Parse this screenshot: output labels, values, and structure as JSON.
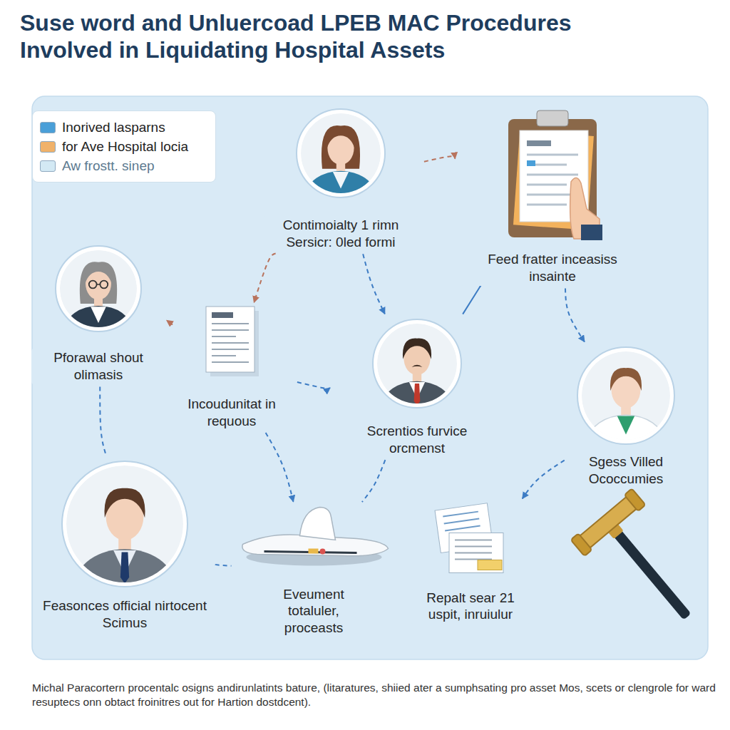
{
  "diagram": {
    "title": "Suse word and Unluercoad LPEB MAC Procedures Involved in Liquidating Hospital Assets",
    "caption": "Michal Paracortern procentalc osigns andirunlatints bature, (litaratures, shiied ater a sumphsating pro asset Mos, scets or clengrole for ward resuptecs onn obtact froinitres out for Hartion dostdcent).",
    "nodes": [
      {
        "text": [
          "Contimoialty 1 rimn Sersicr: 0led formi"
        ]
      },
      {
        "text": [
          "Feed fratter inceasiss insainte"
        ]
      },
      {
        "text": [
          "Pforawal shout olimasis"
        ]
      },
      {
        "text": [
          "Incoudunitat in requous"
        ]
      },
      {
        "text": [
          "Screntios furvice orcmenst"
        ]
      },
      {
        "text": [
          "Sgess Villed Ococcumies"
        ]
      },
      {
        "text": [
          "Feasonces official nirtocent Scimus"
        ]
      },
      {
        "text": [
          "Eveument totaluler, proceasts"
        ]
      },
      {
        "text": [
          "Repalt sear 21 uspit, inruiulur"
        ]
      }
    ],
    "edges": [
      {
        "from": 0,
        "to": 1,
        "arrow": "to"
      },
      {
        "from": 1,
        "to": 5,
        "arrow": "to"
      },
      {
        "from": 2,
        "to": 3,
        "arrow": "to"
      },
      {
        "from": 0,
        "to": 3,
        "arrow": "to"
      },
      {
        "from": 3,
        "to": 4,
        "arrow": "to"
      },
      {
        "from": 0,
        "to": 4,
        "arrow": "to"
      },
      {
        "from": 1,
        "to": 4,
        "arrow": "none"
      },
      {
        "from": 2,
        "to": 6,
        "arrow": "none"
      },
      {
        "from": 6,
        "to": 7,
        "arrow": "none"
      },
      {
        "from": 3,
        "to": 7,
        "arrow": "to"
      },
      {
        "from": 4,
        "to": 7,
        "arrow": "none"
      },
      {
        "from": 5,
        "to": 8,
        "arrow": "to"
      }
    ],
    "legend": [
      {
        "text": "Inorived lasparns",
        "color": "#4a9fd8"
      },
      {
        "text": "for Ave Hospital locia",
        "color": "#f0b26a"
      },
      {
        "text": "Aw frostt. sinep",
        "color": "#d3e9f4"
      }
    ]
  }
}
